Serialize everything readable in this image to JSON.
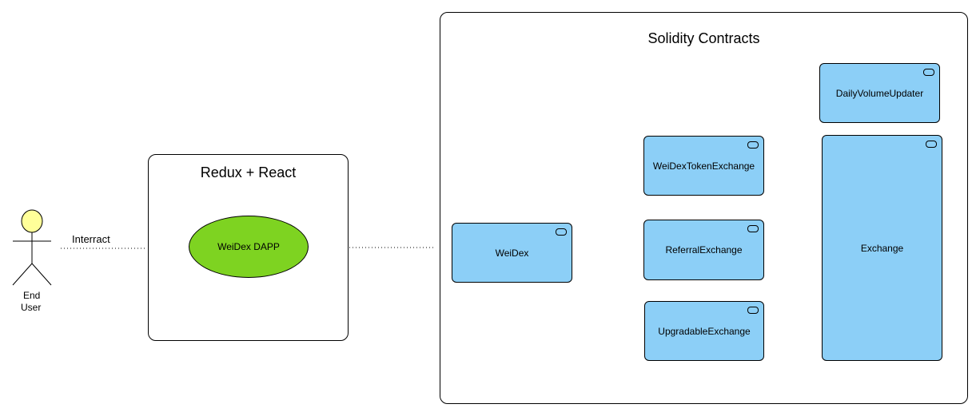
{
  "actor": {
    "name_line1": "End",
    "name_line2": "User"
  },
  "interact_label": "Interract",
  "frontend": {
    "title": "Redux + React",
    "dapp_label": "WeiDex DAPP"
  },
  "contracts": {
    "title": "Solidity Contracts",
    "weidex": "WeiDex",
    "token_exchange": "WeiDexTokenExchange",
    "referral_exchange": "ReferralExchange",
    "upgradable_exchange": "UpgradableExchange",
    "daily_volume_updater": "DailyVolumeUpdater",
    "exchange": "Exchange"
  },
  "colors": {
    "component_fill": "#8ccff7",
    "dapp_fill": "#7ed321",
    "actor_head": "#ffff99"
  }
}
